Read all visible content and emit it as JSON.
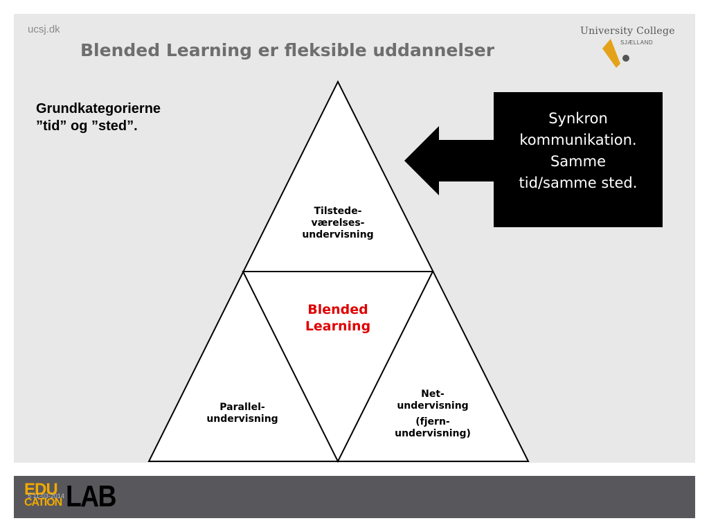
{
  "header": {
    "site": "ucsj.dk",
    "title": "Blended Learning er fleksible uddannelser",
    "logo_name": "University College",
    "logo_sub": "SJÆLLAND",
    "logo_icon": "ucsj-mark-icon",
    "colors": {
      "logo_accent": "#e3a21a",
      "logo_dot": "#555555"
    }
  },
  "intro": {
    "text": "Grundkategorierne\n”tid” og ”sted”."
  },
  "pyramid": {
    "top": [
      "Tilstede-",
      "værelses-",
      "undervisning"
    ],
    "center": [
      "Blended",
      "Learning"
    ],
    "left": [
      "Parallel-",
      "undervisning"
    ],
    "right_a": [
      "Net-",
      "undervisning"
    ],
    "right_b": [
      "(fjern-",
      "undervisning)"
    ],
    "colors": {
      "center_text": "#e00000",
      "stroke": "#000000",
      "fill": "#ffffff"
    }
  },
  "callout": {
    "lines": [
      "Synkron",
      "kommunikation.",
      "Samme",
      "tid/samme sted."
    ],
    "arrow_icon": "left-arrow-icon"
  },
  "footer": {
    "logo_top": "EDU",
    "logo_bottom": "CATION",
    "logo_lab": "LAB",
    "date": "5     11-03-2014",
    "colors": {
      "bar": "#58585c",
      "logo_orange": "#f2a900"
    }
  }
}
